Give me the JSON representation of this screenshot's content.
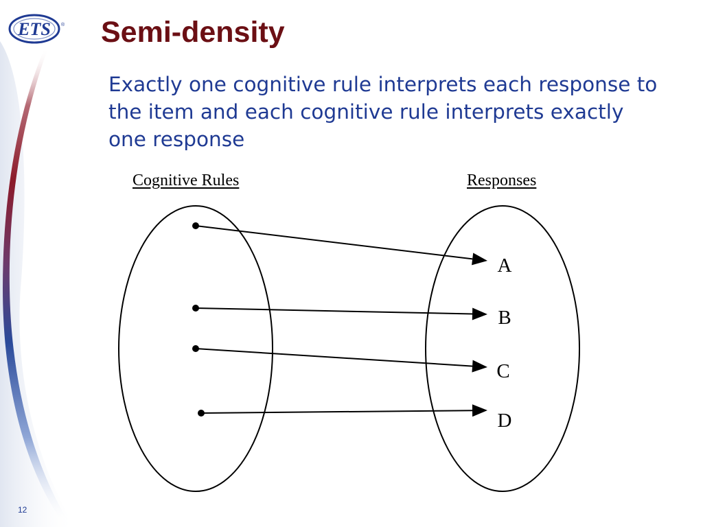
{
  "slide": {
    "logo_text": "ETS",
    "logo_mark": "®",
    "title": "Semi-density",
    "subtitle": "Exactly one cognitive rule interprets each response to the item and each cognitive rule interprets exactly one response",
    "page_number": "12"
  },
  "diagram": {
    "left_set_label": "Cognitive Rules",
    "right_set_label": "Responses",
    "responses": [
      "A",
      "B",
      "C",
      "D"
    ],
    "mapping": [
      {
        "rule": 1,
        "response": "A"
      },
      {
        "rule": 2,
        "response": "B"
      },
      {
        "rule": 3,
        "response": "C"
      },
      {
        "rule": 4,
        "response": "D"
      }
    ]
  },
  "colors": {
    "title": "#6b0f14",
    "subtitle": "#1f3a93",
    "swoosh_red": "#8b1a2a",
    "swoosh_blue": "#2a4a9a"
  }
}
